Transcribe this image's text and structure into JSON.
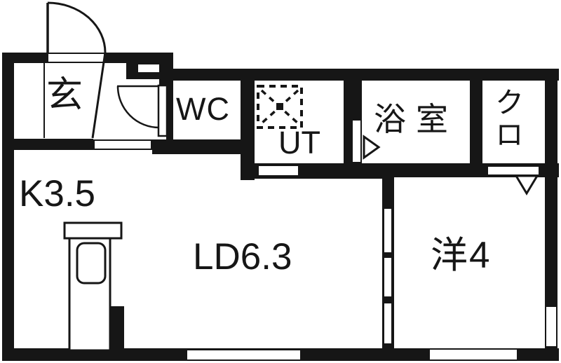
{
  "floorplan": {
    "rooms": [
      {
        "id": "entrance",
        "label": "玄"
      },
      {
        "id": "toilet",
        "label": "WC"
      },
      {
        "id": "utility",
        "label": "UT"
      },
      {
        "id": "bathroom",
        "label": "浴室"
      },
      {
        "id": "closet",
        "label": "クロ"
      },
      {
        "id": "kitchen",
        "label": "K3.5"
      },
      {
        "id": "living-dining",
        "label": "LD6.3"
      },
      {
        "id": "western-room",
        "label": "洋4"
      }
    ],
    "colors": {
      "wall": "#161616",
      "floor": "#ffffff"
    },
    "symbols": [
      "entrance-door-swing",
      "wc-door-swing",
      "washing-machine-pan",
      "bath-door-arrow",
      "closet-door-arrow",
      "kitchen-sink-counter",
      "window-bottom-left",
      "window-bottom-right",
      "window-right"
    ]
  }
}
